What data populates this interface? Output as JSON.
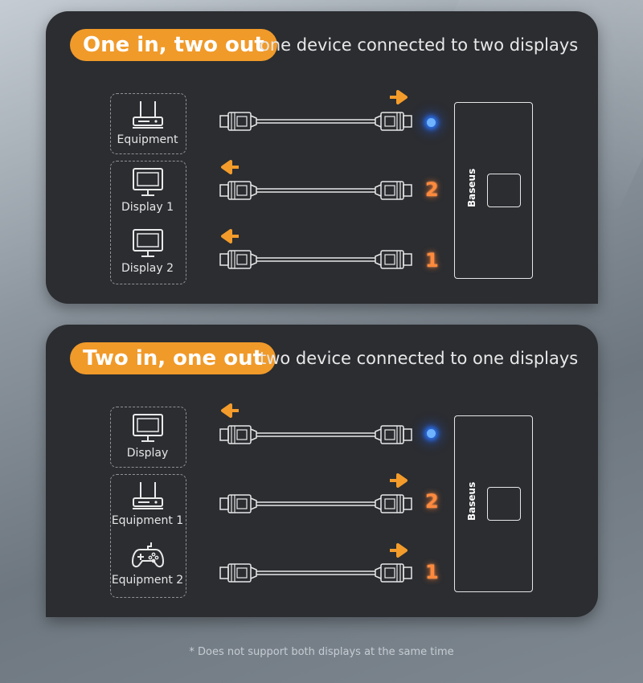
{
  "section1": {
    "pill": "One in, two out",
    "subtitle": "one device connected to two displays",
    "devices": [
      "Equipment",
      "Display 1",
      "Display 2"
    ],
    "ports": [
      "2",
      "1"
    ],
    "brand": "Baseus"
  },
  "section2": {
    "pill": "Two in, one out",
    "subtitle": "two device connected to one displays",
    "devices": [
      "Display",
      "Equipment 1",
      "Equipment 2"
    ],
    "ports": [
      "2",
      "1"
    ],
    "brand": "Baseus"
  },
  "footnote": "* Does not support both displays at the same time",
  "colors": {
    "accent": "#f09a2a",
    "panel": "#2b2d31",
    "led": "#3a7bff",
    "port_number": "#ff8a3d"
  },
  "icons": [
    "router-icon",
    "monitor-icon",
    "gamepad-icon",
    "hdmi-cable-icon",
    "arrow-right-icon",
    "arrow-left-icon"
  ]
}
